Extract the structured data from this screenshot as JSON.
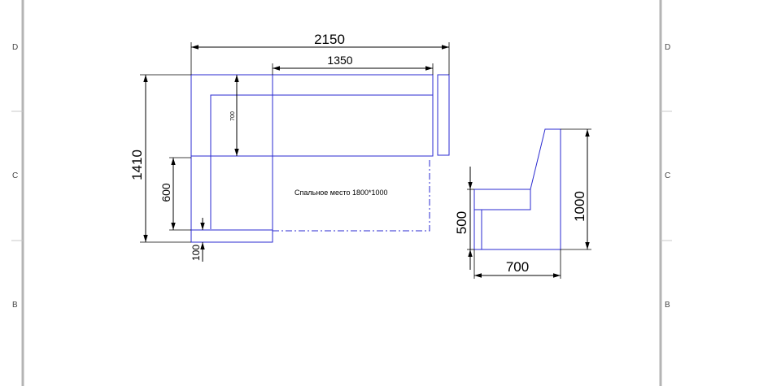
{
  "zones": {
    "left": [
      "D",
      "C",
      "B"
    ],
    "right": [
      "D",
      "C",
      "B"
    ]
  },
  "plan_view": {
    "dim_overall_width": "2150",
    "dim_inner_width": "1350",
    "dim_overall_depth": "1410",
    "dim_back_depth": "700",
    "dim_seat_depth": "600",
    "dim_base_offset": "100",
    "note_sleeping_place": "Спальное место 1800*1000"
  },
  "side_view": {
    "dim_height": "1000",
    "dim_seat_height": "500",
    "dim_depth": "700"
  },
  "colors": {
    "outline": "#2a2ad0",
    "dimension": "#000000",
    "frame": "#c8c8c8"
  }
}
